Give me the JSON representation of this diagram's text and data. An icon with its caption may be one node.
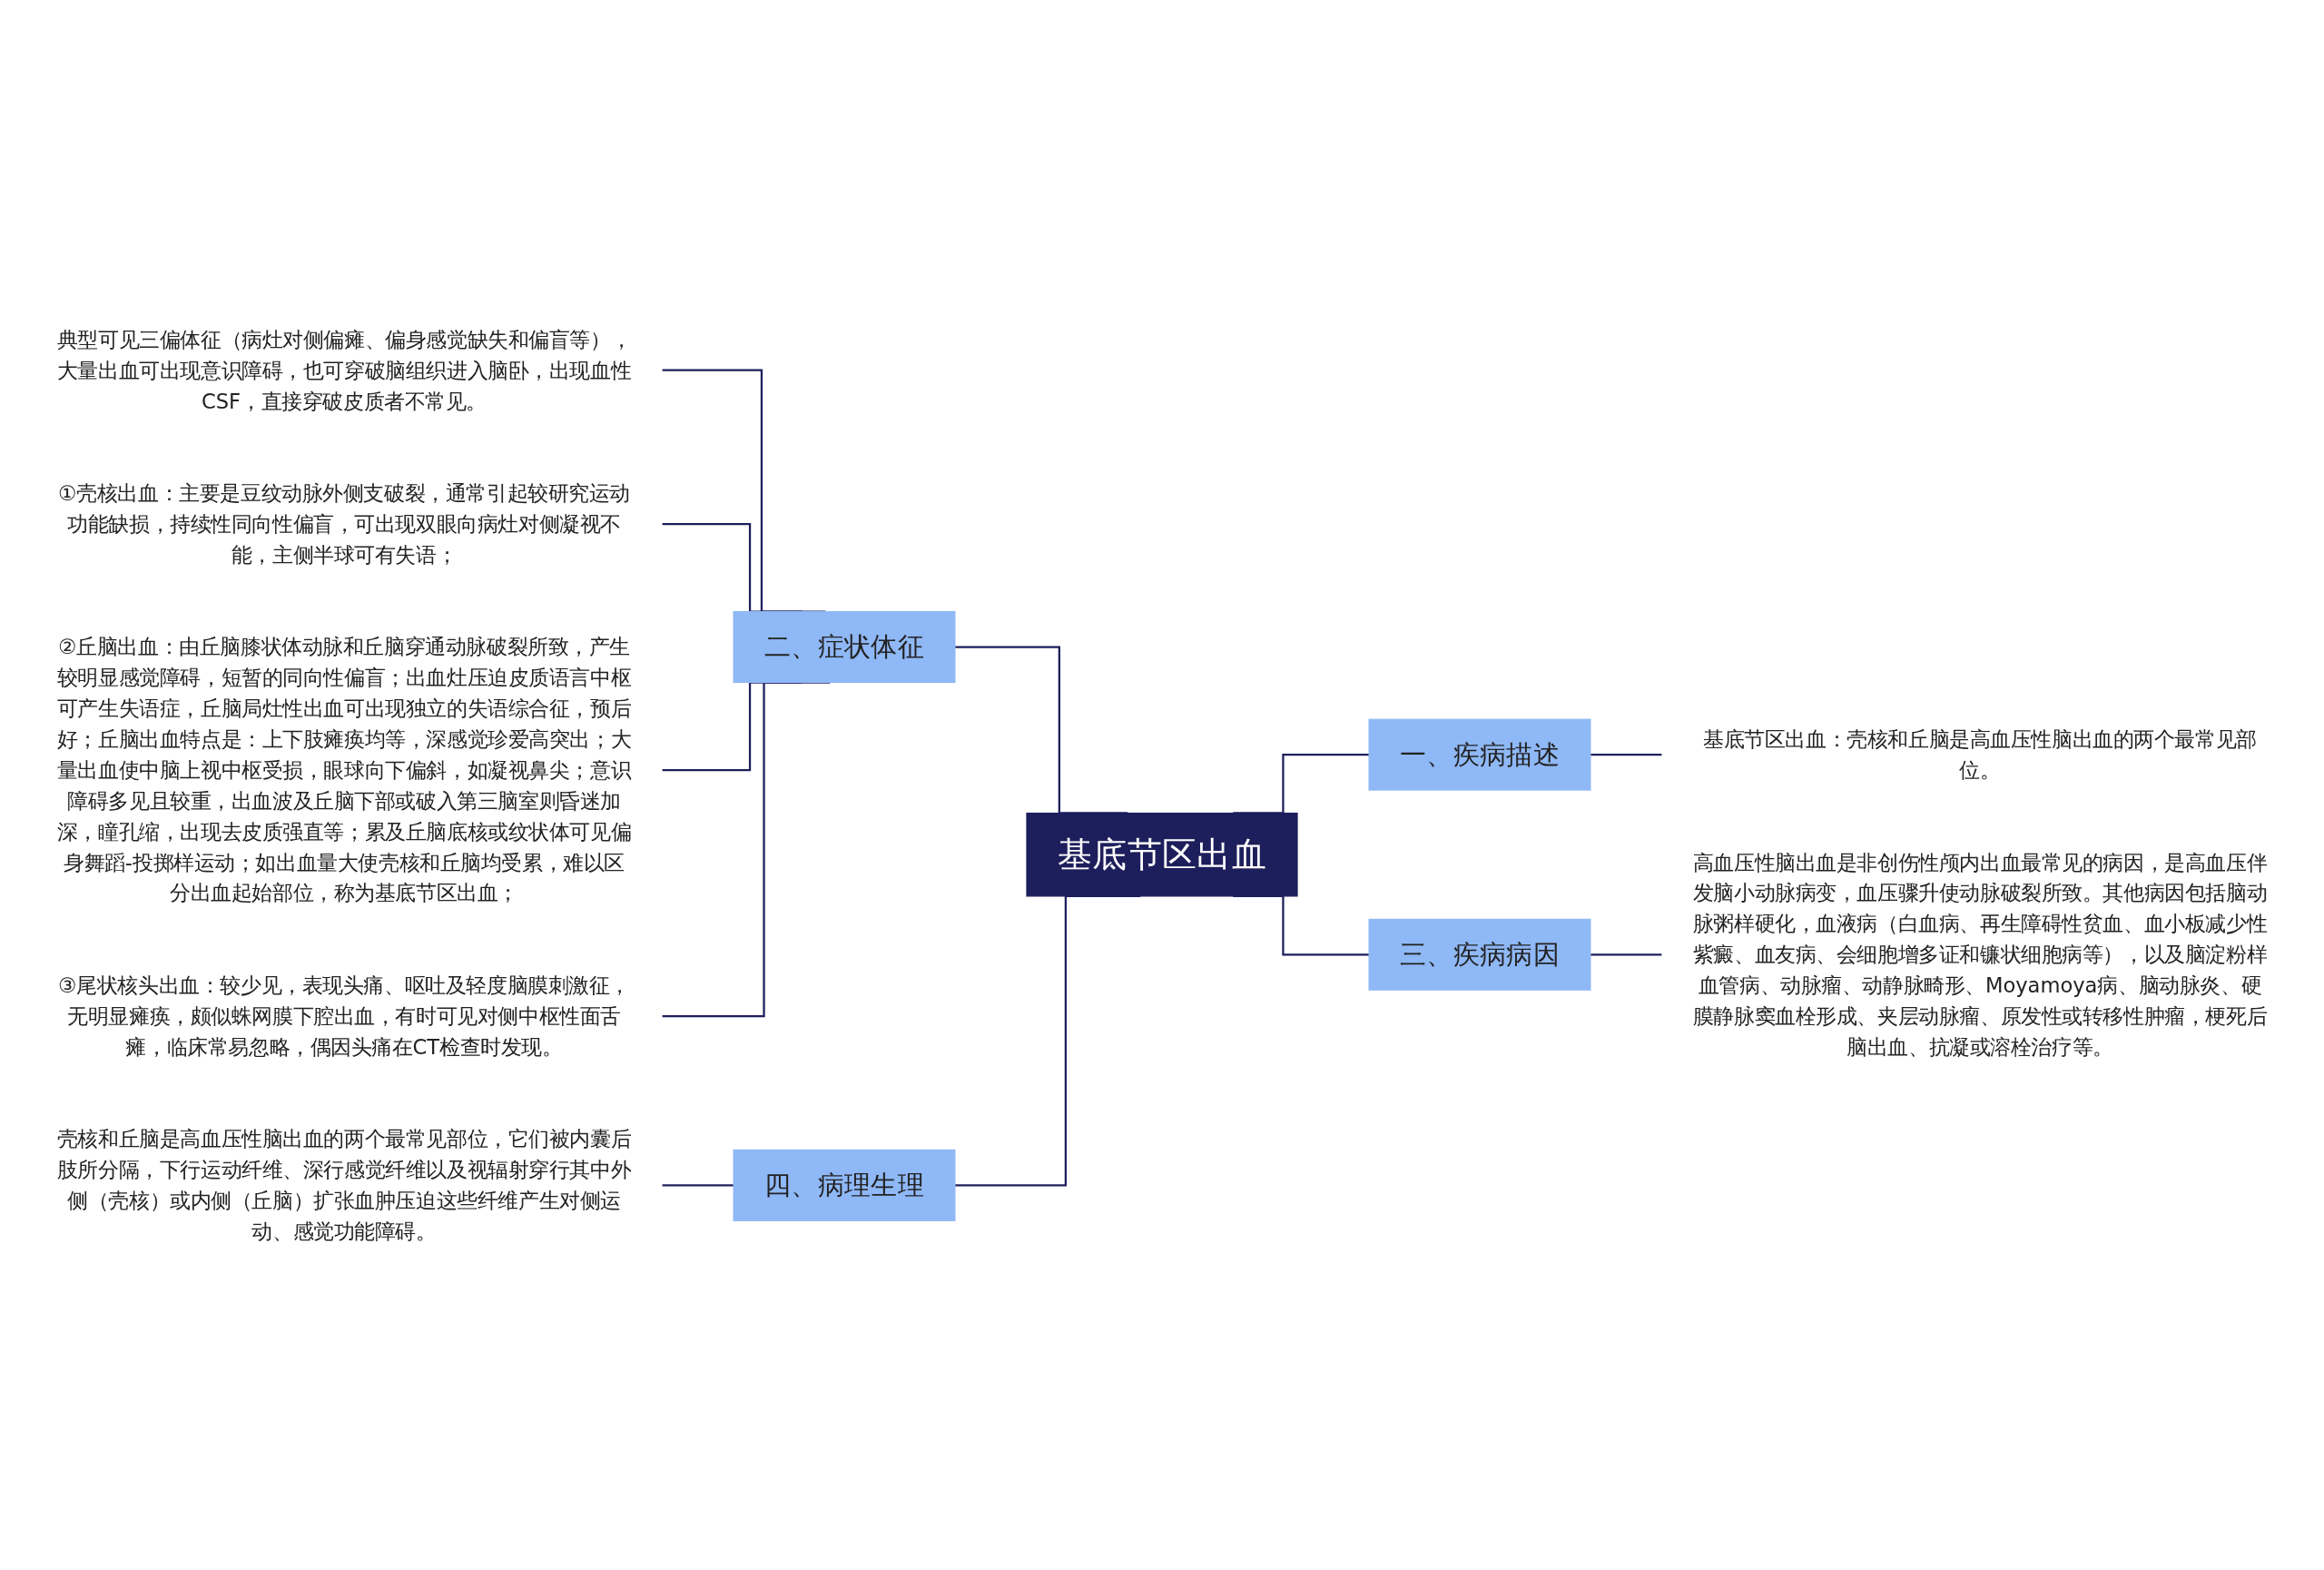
{
  "diagram": {
    "nodes": [
      {
        "text": [
          "基底节区出血"
        ]
      },
      {
        "text": [
          "一、疾病描述"
        ]
      },
      {
        "text": [
          "基底节区出血：壳核和丘脑是高血压性脑出血的两个最常见部位。"
        ]
      },
      {
        "text": [
          "二、症状体征"
        ]
      },
      {
        "text": [
          "典型可见三偏体征（病灶对侧偏瘫、偏身感觉缺失和偏盲等），大量出血可出现意识障碍，也可穿破脑组织进入脑卧，出现血性CSF，直接穿破皮质者不常见。"
        ]
      },
      {
        "text": [
          "①壳核出血：主要是豆纹动脉外侧支破裂，通常引起较研究运动功能缺损，持续性同向性偏盲，可出现双眼向病灶对侧凝视不能，主侧半球可有失语；"
        ]
      },
      {
        "text": [
          "②丘脑出血：由丘脑膝状体动脉和丘脑穿通动脉破裂所致，产生较明显感觉障碍，短暂的同向性偏盲；出血灶压迫皮质语言中枢可产生失语症，丘脑局灶性出血可出现独立的失语综合征，预后好；丘脑出血特点是：上下肢瘫痪均等，深感觉珍爱高突出；大量出血使中脑上视中枢受损，眼球向下偏斜，如凝视鼻尖；意识障碍多见且较重，出血波及丘脑下部或破入第三脑室则昏迷加深，瞳孔缩，出现去皮质强直等；累及丘脑底核或纹状体可见偏身舞蹈-投掷样运动；如出血量大使壳核和丘脑均受累，难以区分出血起始部位，称为基底节区出血；"
        ]
      },
      {
        "text": [
          "③尾状核头出血：较少见，表现头痛、呕吐及轻度脑膜刺激征，无明显瘫痪，颇似蛛网膜下腔出血，有时可见对侧中枢性面舌瘫，临床常易忽略，偶因头痛在CT检查时发现。"
        ]
      },
      {
        "text": [
          "三、疾病病因"
        ]
      },
      {
        "text": [
          "高血压性脑出血是非创伤性颅内出血最常见的病因，是高血压伴发脑小动脉病变，血压骤升使动脉破裂所致。其他病因包括脑动脉粥样硬化，血液病（白血病、再生障碍性贫血、血小板减少性紫癜、血友病、会细胞增多证和镰状细胞病等），以及脑淀粉样血管病、动脉瘤、动静脉畸形、Moyamoya病、脑动脉炎、硬膜静脉窦血栓形成、夹层动脉瘤、原发性或转移性肿瘤，梗死后脑出血、抗凝或溶栓治疗等。"
        ]
      },
      {
        "text": [
          "四、病理生理"
        ]
      },
      {
        "text": [
          "壳核和丘脑是高血压性脑出血的两个最常见部位，它们被内囊后肢所分隔，下行运动纤维、深行感觉纤维以及视辐射穿行其中外侧（壳核）或内侧（丘脑）扩张血肿压迫这些纤维产生对侧运动、感觉功能障碍。"
        ]
      }
    ],
    "edges": [
      {
        "from": 0,
        "to": 1,
        "arrow": "none"
      },
      {
        "from": 1,
        "to": 2,
        "arrow": "none"
      },
      {
        "from": 0,
        "to": 3,
        "arrow": "none"
      },
      {
        "from": 3,
        "to": 4,
        "arrow": "none"
      },
      {
        "from": 3,
        "to": 5,
        "arrow": "none"
      },
      {
        "from": 3,
        "to": 6,
        "arrow": "none"
      },
      {
        "from": 3,
        "to": 7,
        "arrow": "none"
      },
      {
        "from": 0,
        "to": 8,
        "arrow": "none"
      },
      {
        "from": 8,
        "to": 9,
        "arrow": "none"
      },
      {
        "from": 0,
        "to": 10,
        "arrow": "none"
      },
      {
        "from": 10,
        "to": 11,
        "arrow": "none"
      }
    ]
  }
}
